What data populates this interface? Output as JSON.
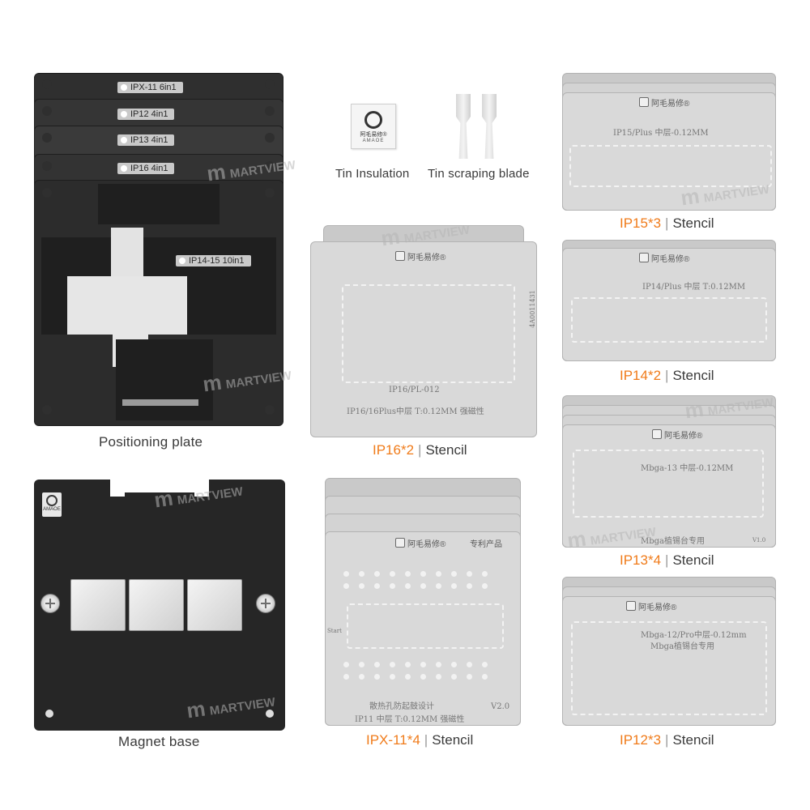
{
  "positioning_plate": {
    "caption": "Positioning plate",
    "tags": [
      "IPX-11 6in1",
      "IP12 4in1",
      "IP13 4in1",
      "IP16 4in1",
      "IP14-15 10in1"
    ]
  },
  "magnet_base": {
    "caption": "Magnet base",
    "badge": "AMAOE"
  },
  "tin_insulation": {
    "caption": "Tin Insulation",
    "line1": "阿毛易修®",
    "line2": "AMAOE"
  },
  "tin_blade": {
    "caption": "Tin scraping blade"
  },
  "stencils": {
    "ip16": {
      "count": "IP16*2",
      "sep": "|",
      "label": "Stencil",
      "brand": "阿毛易修®",
      "model": "IP16/PL-012",
      "spec": "IP16/16Plus中层 T:0.12MM 强磁性",
      "barcode": "4A0011431"
    },
    "ipx11": {
      "count": "IPX-11*4",
      "sep": "|",
      "label": "Stencil",
      "brand": "阿毛易修®",
      "patent": "专利产品",
      "design": "散热孔防起鼓设计",
      "spec": "IP11 中层 T:0.12MM 强磁性",
      "version": "V2.0",
      "start": "Start"
    },
    "ip15": {
      "count": "IP15*3",
      "sep": "|",
      "label": "Stencil",
      "brand": "阿毛易修®",
      "spec": "IP15/Plus 中层-0.12MM"
    },
    "ip14": {
      "count": "IP14*2",
      "sep": "|",
      "label": "Stencil",
      "brand": "阿毛易修®",
      "spec": "IP14/Plus 中层 T:0.12MM"
    },
    "ip13": {
      "count": "IP13*4",
      "sep": "|",
      "label": "Stencil",
      "brand": "阿毛易修®",
      "spec": "Mbga-13 中层-0.12MM",
      "note": "Mbga植锡台专用",
      "version": "V1.0"
    },
    "ip12": {
      "count": "IP12*3",
      "sep": "|",
      "label": "Stencil",
      "brand": "阿毛易修®",
      "spec": "Mbga-12/Pro中层-0.12mm",
      "note": "Mbga植锡台专用"
    }
  },
  "watermark": {
    "logo": "m",
    "text": "MARTVIEW"
  }
}
